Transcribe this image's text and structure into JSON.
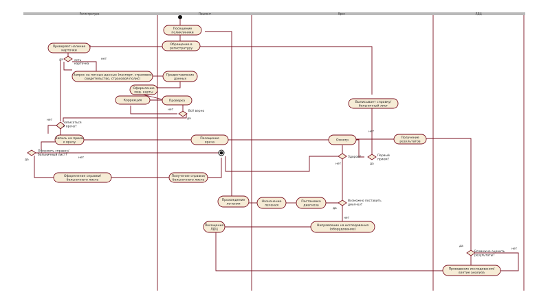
{
  "lanes": [
    "Регистратура",
    "Пациент",
    "Врач",
    "ЛДЦ"
  ],
  "activities": {
    "a1": [
      "Посещение",
      "поликлиники"
    ],
    "a2": [
      "Обращение в",
      "регистратуру"
    ],
    "a3": [
      "Проверяет наличие",
      "карточки"
    ],
    "a4": [
      "Запрос на личные данные (паспорт, страховое",
      "свидетельство, страховой полис)"
    ],
    "a5": [
      "Предоставление",
      "данных"
    ],
    "a6": [
      "Оформление",
      "мед. карты"
    ],
    "a7": [
      "Коррекция"
    ],
    "a8": [
      "Проверка"
    ],
    "a9": [
      "Выписывает справку/",
      "больничный лист"
    ],
    "a10": [
      "Запись на прием",
      "к врачу"
    ],
    "a11": [
      "Посещение",
      "врача"
    ],
    "a12": [
      "Осмотр"
    ],
    "a13": [
      "Получение",
      "результатов"
    ],
    "a14": [
      "Оформление справки/",
      "больничного листа"
    ],
    "a15": [
      "Получение справки/",
      "больничного листа"
    ],
    "a16": [
      "Прохождение",
      "лечения"
    ],
    "a17": [
      "Назначение",
      "лечения"
    ],
    "a18": [
      "Постановка",
      "диагноза"
    ],
    "a19": [
      "Направление на исследования",
      "(оборудование)"
    ],
    "a20": [
      "Посещение",
      "ЛДЦ"
    ],
    "a21": [
      "Проведение исследования/",
      "взятие анализа"
    ]
  },
  "decisions": {
    "d1": [
      "есть",
      "карточка"
    ],
    "d2": [
      "Всё верно"
    ],
    "d3": [
      "Записаться",
      "к врачу?"
    ],
    "d4": [
      "Оформить справку/",
      "больничный лист?"
    ],
    "d5": [
      "Здоров?"
    ],
    "d6": [
      "Первый",
      "прием?"
    ],
    "d7": [
      "Возможно поставить",
      "диагноз?"
    ],
    "d8": [
      "Возможно оценить",
      "результаты?"
    ]
  },
  "edge_labels": {
    "yes": "да",
    "no": "нет"
  }
}
